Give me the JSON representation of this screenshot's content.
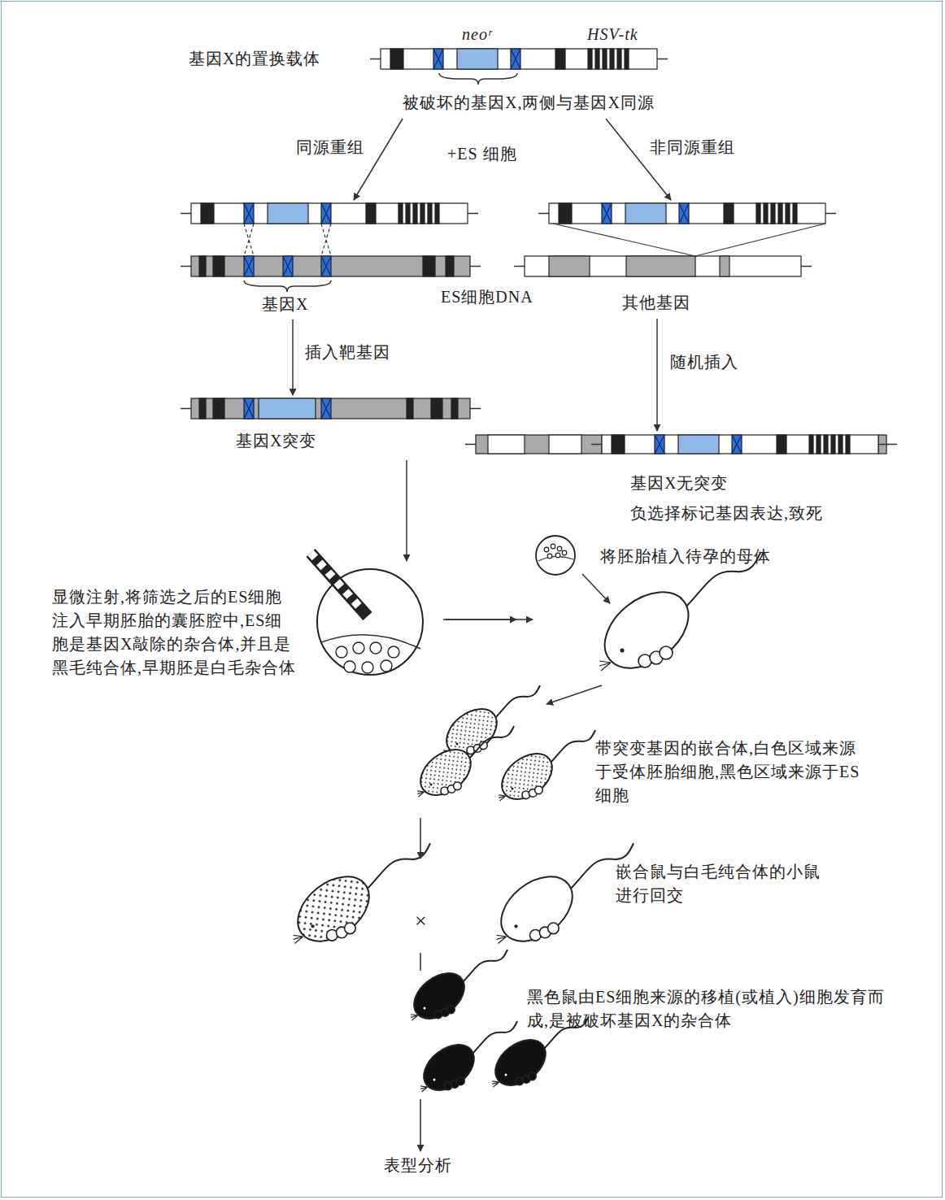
{
  "diagram": {
    "nodes": [
      {
        "text": [
          "基因X的置换载体",
          "neoʳ",
          "HSV-tk",
          "被破坏的基因X,两侧与基因X同源"
        ]
      },
      {
        "text": [
          "基因X"
        ]
      },
      {
        "text": [
          "其他基因"
        ]
      },
      {
        "text": [
          "基因X突变"
        ]
      },
      {
        "text": [
          "基因X无突变",
          "负选择标记基因表达,致死"
        ]
      },
      {
        "text": [
          "显微注射,将筛选之后的ES细胞注入早期胚胎的囊胚腔中,ES细胞是基因X敲除的杂合体,并且是黑毛纯合体,早期胚是白毛杂合体"
        ]
      },
      {
        "text": [
          "将胚胎植入待孕的母体"
        ]
      },
      {
        "text": [
          "带突变基因的嵌合体,白色区域来源于受体胚胎细胞,黑色区域来源于ES细胞"
        ]
      },
      {
        "text": [
          "嵌合鼠与白毛纯合体的小鼠进行回交"
        ]
      },
      {
        "text": [
          "黑色鼠由ES细胞来源的移植(或植入)细胞发育而成,是被破坏基因X的杂合体"
        ]
      }
    ],
    "edges": [
      {
        "from": 0,
        "to": 1,
        "arrow": "to",
        "label": "同源重组"
      },
      {
        "from": 0,
        "to": 2,
        "arrow": "to",
        "label": "非同源重组"
      },
      {
        "from": 1,
        "to": 3,
        "arrow": "to",
        "label": "插入靶基因"
      },
      {
        "from": 2,
        "to": 4,
        "arrow": "to",
        "label": "随机插入"
      },
      {
        "from": 3,
        "to": 5,
        "arrow": "to"
      },
      {
        "from": 5,
        "to": 6,
        "arrow": "to"
      },
      {
        "from": 6,
        "to": 7,
        "arrow": "to"
      },
      {
        "from": 7,
        "to": 8,
        "arrow": "to"
      },
      {
        "from": 8,
        "to": 9,
        "arrow": "none"
      }
    ],
    "labels": [
      "+ES 细胞",
      "ES细胞DNA",
      "×",
      "表型分析"
    ]
  }
}
